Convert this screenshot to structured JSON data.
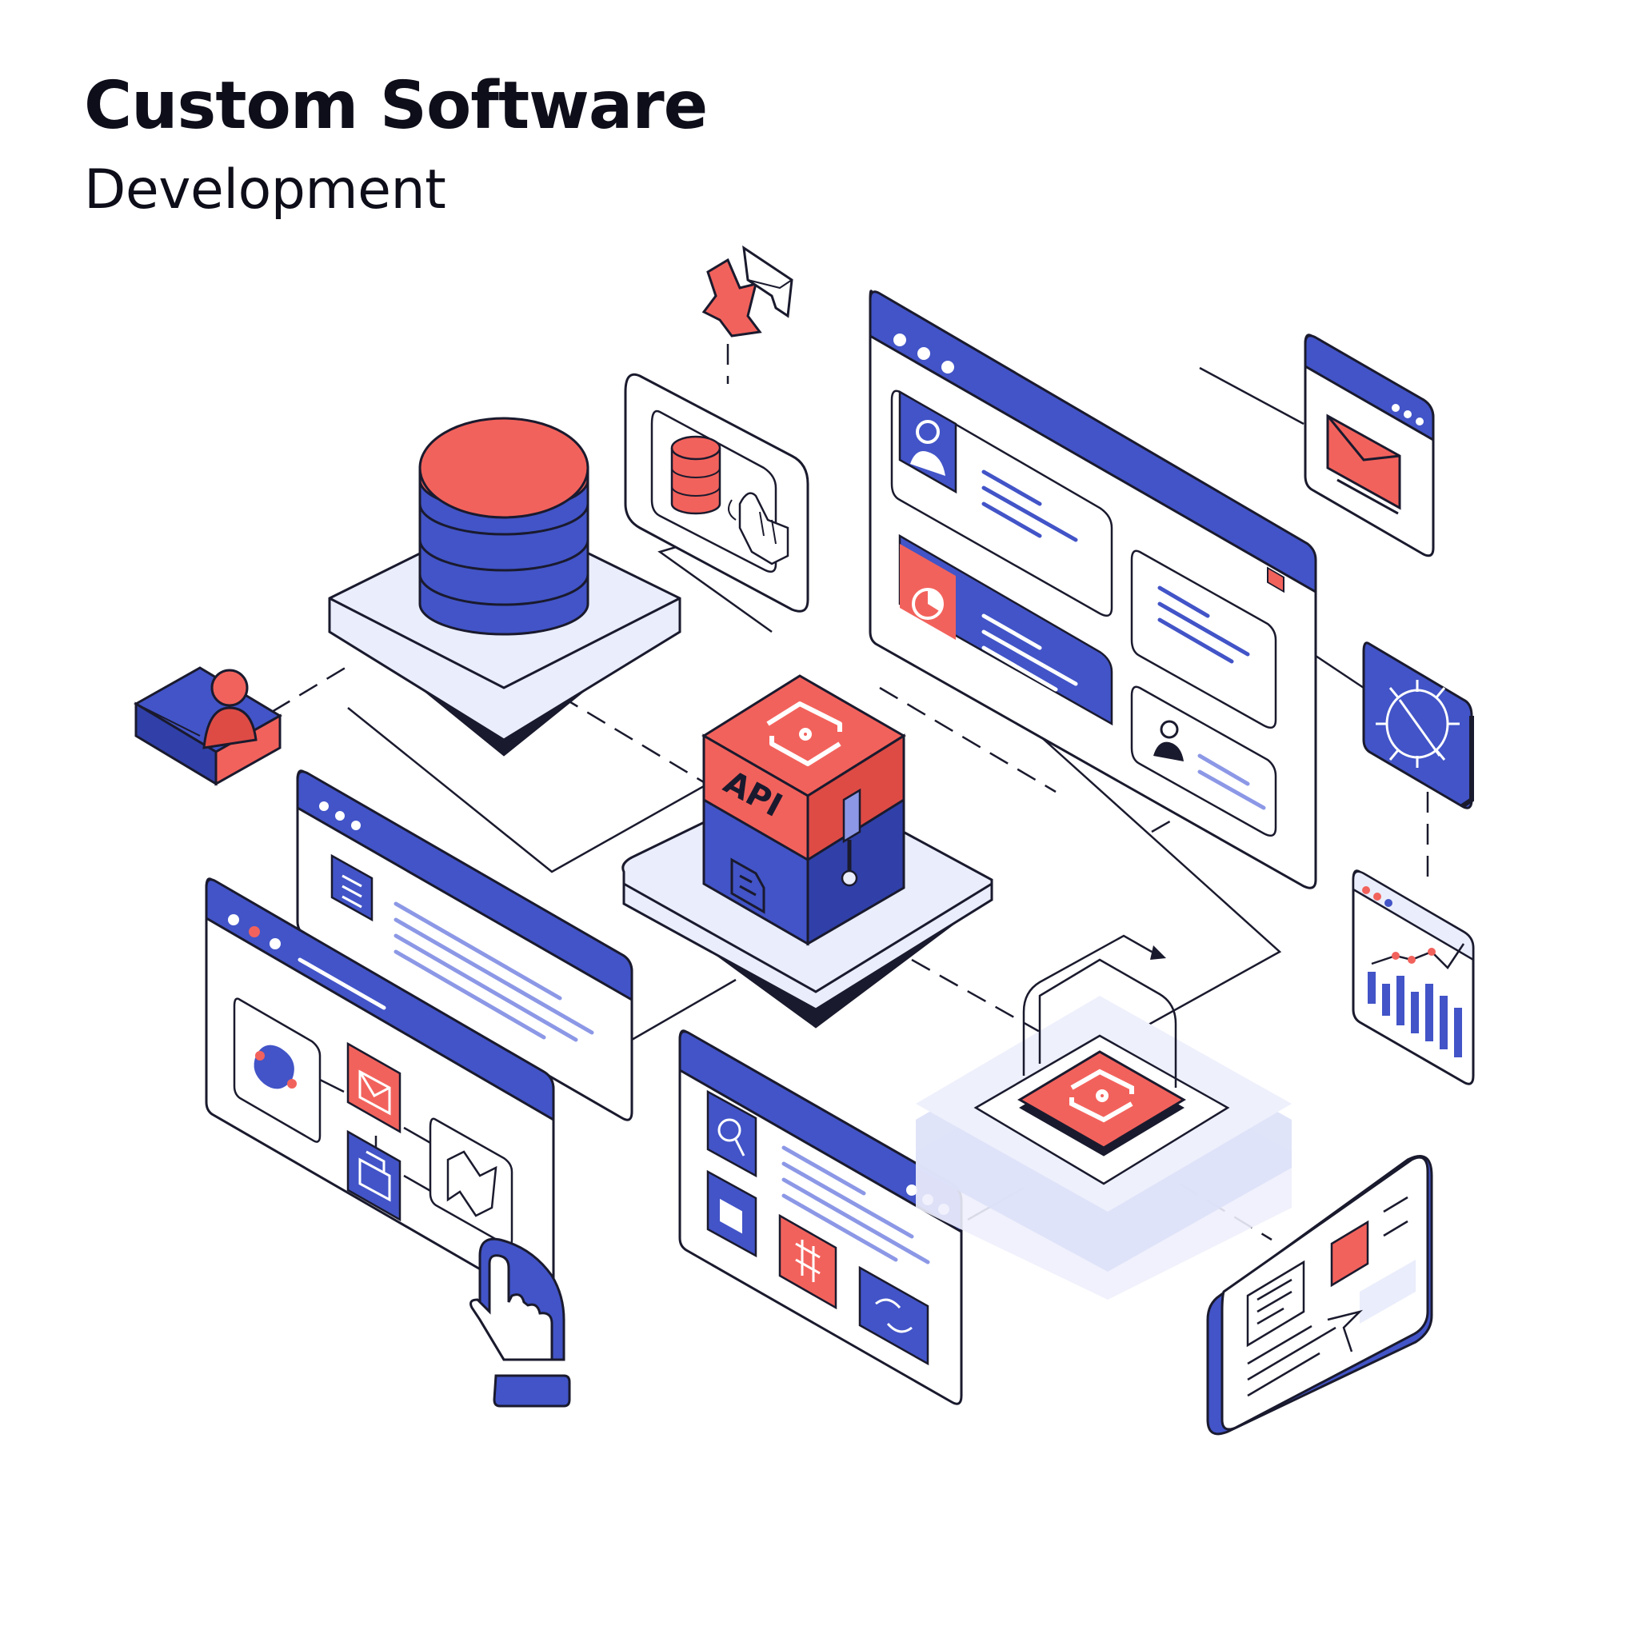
{
  "header": {
    "title": "Custom Software",
    "subtitle": "Development"
  },
  "api_block": {
    "label": "API"
  },
  "colors": {
    "text": "#0e0e1a",
    "blue": "#4254c7",
    "blue_dark": "#3040a8",
    "blue_light": "#eaedfb",
    "blue_line": "#8c98e6",
    "red": "#f2625c",
    "red_dark": "#de4b45",
    "outline": "#1a1a2e",
    "dash": "#1a1a2e"
  },
  "icons": [
    "database-icon",
    "api-cube-icon",
    "user-icon",
    "mail-icon",
    "chart-icon",
    "pointer-hand-icon",
    "shield-lock-icon",
    "map-icon",
    "rocket-icon",
    "pie-chart-icon",
    "settings-icon",
    "printer-icon",
    "search-icon",
    "chip-icon",
    "sync-icon",
    "send-icon",
    "hierarchy-icon"
  ]
}
